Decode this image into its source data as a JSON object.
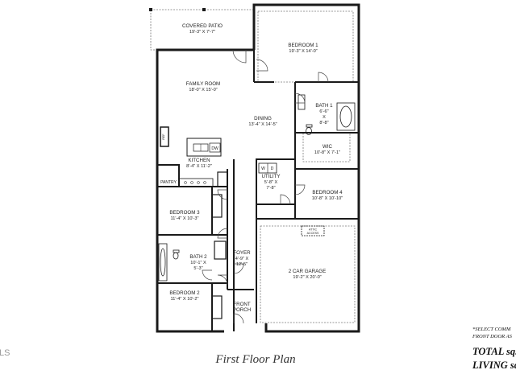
{
  "rooms": {
    "covered_patio": {
      "name": "COVERED PATIO",
      "dim": "19'-3\" X 7'-7\""
    },
    "bedroom1": {
      "name": "BEDROOM 1",
      "dim": "19'-3\" X 14'-0\""
    },
    "family_room": {
      "name": "FAMILY ROOM",
      "dim": "18'-0\" X 15'-0\""
    },
    "bath1": {
      "name": "BATH 1",
      "dim1": "6'-6\"",
      "dim2": "X",
      "dim3": "8'-8\""
    },
    "dining": {
      "name": "DINING",
      "dim": "13'-4\" X 14'-5\""
    },
    "wic": {
      "name": "WIC",
      "dim": "10'-8\" X 7'-1\""
    },
    "kitchen": {
      "name": "KITCHEN",
      "dim": "8'-4\" X 11'-2\""
    },
    "utility": {
      "name": "UTILITY",
      "dim1": "5'-8\" X",
      "dim2": "7'-8\""
    },
    "bedroom4": {
      "name": "BEDROOM 4",
      "dim": "10'-8\" X 10'-10\""
    },
    "bedroom3": {
      "name": "BEDROOM 3",
      "dim": "11'-4\" X 10'-3\""
    },
    "bath2": {
      "name": "BATH 2",
      "dim1": "10'-1\" X",
      "dim2": "5'-3\""
    },
    "foyer": {
      "name": "FOYER",
      "dim1": "4'-9\" X",
      "dim2": "12'-5\""
    },
    "garage": {
      "name": "2 CAR GARAGE",
      "dim": "19'-2\" X 20'-0\""
    },
    "bedroom2": {
      "name": "BEDROOM 2",
      "dim": "11'-4\" X 10'-2\""
    },
    "front_porch": {
      "name1": "FRONT",
      "name2": "PORCH"
    }
  },
  "fixtures": {
    "pantry": "PANTRY",
    "ref": "REF",
    "dw": "DW",
    "washer": "W",
    "dryer": "D",
    "attic_line1": "ATTIC",
    "attic_line2": "ACCESS"
  },
  "caption": "First Floor Plan",
  "notes": {
    "select_line1": "*SELECT COMM",
    "select_line2": "FRONT DOOR AS",
    "total": "TOTAL sq.",
    "living": "LIVING sq"
  },
  "edge_text": "LS",
  "colors": {
    "wall": "#1a1a1a",
    "line": "#333333",
    "dashed": "#6a6a6a"
  }
}
